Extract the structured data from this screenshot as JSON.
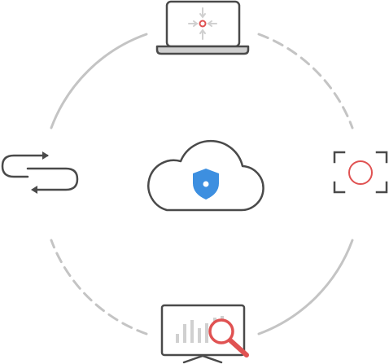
{
  "diagram": {
    "title": "",
    "nodes": [
      {
        "id": "laptop",
        "icon": "laptop-crosshair-icon"
      },
      {
        "id": "capture",
        "icon": "capture-frame-icon"
      },
      {
        "id": "monitor",
        "icon": "monitor-analytics-search-icon"
      },
      {
        "id": "exchange",
        "icon": "bidirectional-arrows-icon"
      },
      {
        "id": "center",
        "icon": "cloud-shield-icon"
      }
    ],
    "connections": [
      {
        "from": "laptop",
        "to": "capture",
        "style": "dashed"
      },
      {
        "from": "capture",
        "to": "monitor",
        "style": "solid"
      },
      {
        "from": "monitor",
        "to": "exchange",
        "style": "dashed"
      },
      {
        "from": "exchange",
        "to": "laptop",
        "style": "solid"
      }
    ]
  },
  "colors": {
    "outline": "#4a4a4a",
    "ring": "#c4c4c4",
    "accent_red": "#e05252",
    "accent_blue": "#3d8fe0",
    "light_gray": "#d0d0d0",
    "laptop_base": "#cfcfcf"
  }
}
